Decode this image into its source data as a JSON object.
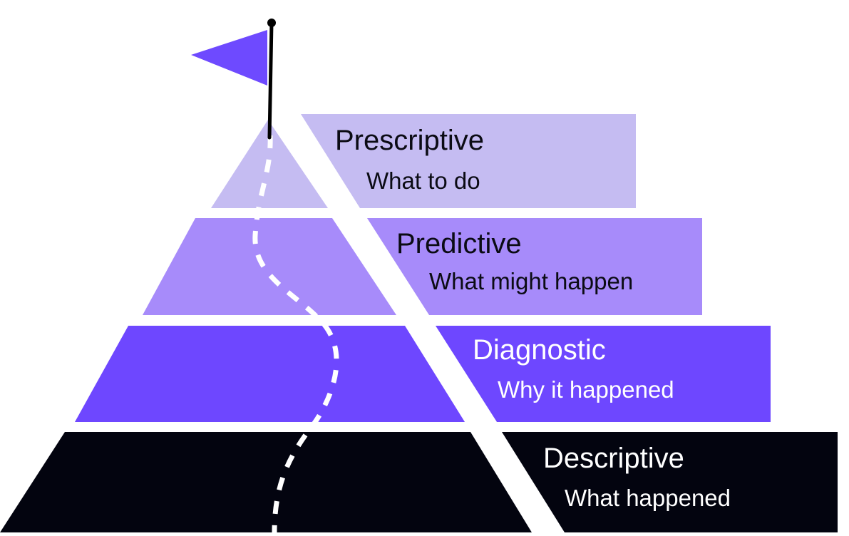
{
  "colors": {
    "background": "#ffffff",
    "flag": "#6e4aff",
    "pole": "#000000",
    "path_dashes": "#ffffff"
  },
  "icons": {
    "flag": "flag-icon",
    "trail": "dashed-path"
  },
  "levels": [
    {
      "title": "Prescriptive",
      "subtitle": "What to do",
      "fill": "#c5bcf2",
      "text_color": "#0b0b14"
    },
    {
      "title": "Predictive",
      "subtitle": "What might happen",
      "fill": "#a78bfa",
      "text_color": "#0b0b14"
    },
    {
      "title": "Diagnostic",
      "subtitle": "Why it happened",
      "fill": "#6e47ff",
      "text_color": "#ffffff"
    },
    {
      "title": "Descriptive",
      "subtitle": "What happened",
      "fill": "#03040f",
      "text_color": "#ffffff"
    }
  ]
}
